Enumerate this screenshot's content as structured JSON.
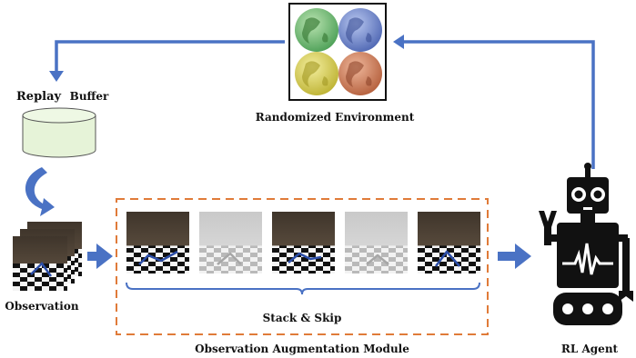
{
  "labels": {
    "replay_buffer_word1": "Replay",
    "replay_buffer_word2": "Buffer",
    "randomized_environment": "Randomized Environment",
    "observation": "Observation",
    "stack_skip": "Stack & Skip",
    "observation_augmentation_module": "Observation Augmentation Module",
    "rl_agent": "RL Agent"
  },
  "environment_globes": [
    {
      "name": "green-globe-icon",
      "color": "#6fb86a"
    },
    {
      "name": "blue-globe-icon",
      "color": "#6f86c8"
    },
    {
      "name": "yellow-globe-icon",
      "color": "#d8cf5c"
    },
    {
      "name": "orange-globe-icon",
      "color": "#cf7f5c"
    }
  ],
  "augmentation_frames": [
    {
      "style": "color"
    },
    {
      "style": "faded"
    },
    {
      "style": "color"
    },
    {
      "style": "faded"
    },
    {
      "style": "color"
    }
  ],
  "colors": {
    "arrow_blue": "#4a72c4",
    "module_border_orange": "#e07b39",
    "buffer_fill": "#e6f3d8",
    "wall_brown": "#4f4336",
    "robot_black": "#111111"
  }
}
